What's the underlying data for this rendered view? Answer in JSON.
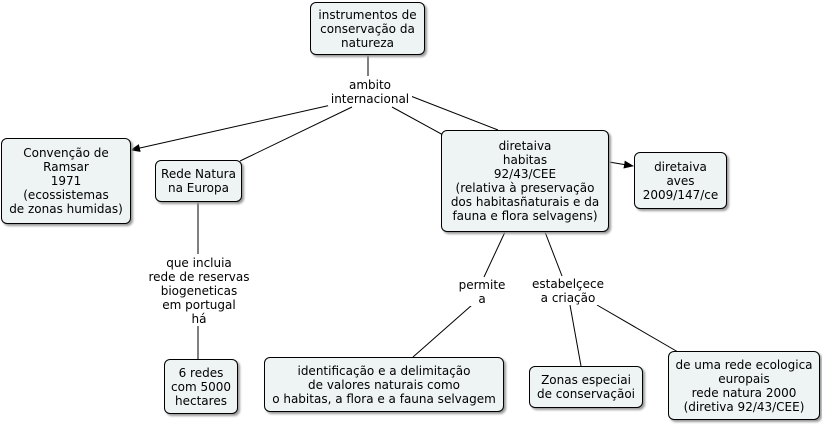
{
  "concepts": {
    "root": "instrumentos de\nconservação da\nnatureza",
    "ramsar": "Convenção de\nRamsar\n1971\n(ecossistemas\nde zonas humidas)",
    "rede_natura": "Rede Natura\nna Europa",
    "diretaiva_habitas": "diretaiva\nhabitas\n92/43/CEE\n(relativa à preservação\ndos habitasñaturais e da\nfauna e flora selvagens)",
    "diretaiva_aves": "diretaiva\naves\n2009/147/ce",
    "seis_redes": "6 redes\ncom 5000\nhectares",
    "identificacao": "identificação e a delimitação\nde valores naturais como\no habitas, a flora e a fauna selvagem",
    "zonas": "Zonas especiai\nde conservaçãoi",
    "rede_ecologica": "de uma rede ecologica\neuropais\nrede natura 2000\n(diretiva 92/43/CEE)"
  },
  "phrases": {
    "ambito": "ambito\ninternacional",
    "que_incluia": "que incluia\nrede de reservas\nbiogeneticas\nem portugal\nhá",
    "permite": "permite\na",
    "estabelcece": "estabelçece\na criação"
  }
}
